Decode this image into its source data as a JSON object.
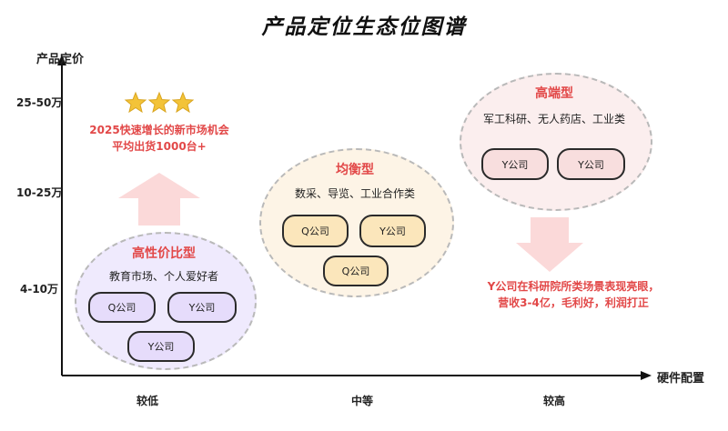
{
  "title": "产品定位生态位图谱",
  "y_axis": {
    "label": "产品定价",
    "ticks": [
      "25-50万",
      "10-25万",
      "4-10万"
    ]
  },
  "x_axis": {
    "label": "硬件配置",
    "ticks": [
      "较低",
      "中等",
      "较高"
    ]
  },
  "groups": {
    "cost": {
      "title": "高性价比型",
      "desc": "教育市场、个人爱好者",
      "companies": [
        "Q公司",
        "Y公司",
        "Y公司"
      ]
    },
    "balanced": {
      "title": "均衡型",
      "desc": "数采、导览、工业合作类",
      "companies": [
        "Q公司",
        "Y公司",
        "Q公司"
      ]
    },
    "high": {
      "title": "高端型",
      "desc": "军工科研、无人药店、工业类",
      "companies": [
        "Y公司",
        "Y公司"
      ]
    }
  },
  "notes": {
    "growth": [
      "2025快速增长的新市场机会",
      "平均出货1000台+"
    ],
    "result": [
      "Y公司在科研院所类场景表现亮眼，",
      "营收3-4亿，毛利好，利润打正"
    ]
  },
  "colors": {
    "accent": "#e24848",
    "cost_fill": "#efeafd",
    "balanced_fill": "#fdf4e6",
    "high_fill": "#fbeeee",
    "pill_cost": "#e6dcfb",
    "pill_balanced": "#fbe6bb",
    "pill_high": "#f8dede",
    "arrow": "#fbd9d9",
    "star": "#f3c338"
  }
}
